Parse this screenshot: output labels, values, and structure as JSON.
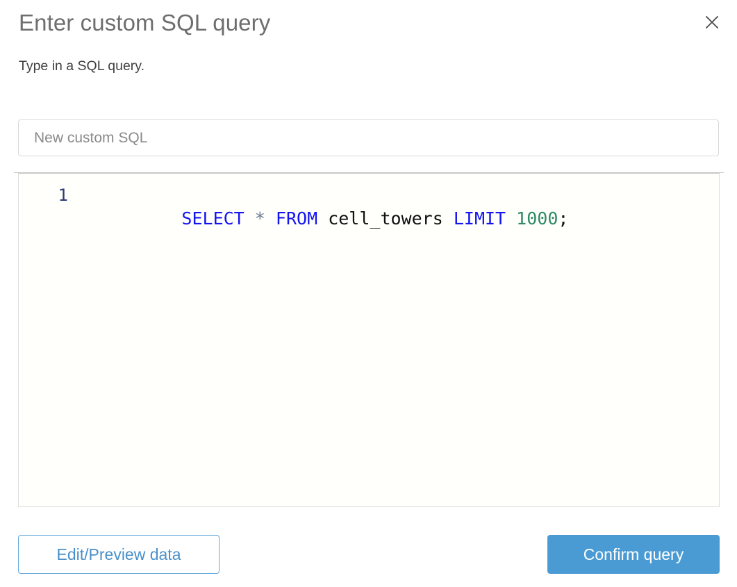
{
  "dialog": {
    "title": "Enter custom SQL query",
    "subtitle": "Type in a SQL query.",
    "close_icon": "close-icon"
  },
  "name_field": {
    "value": "",
    "placeholder": "New custom SQL"
  },
  "editor": {
    "line_number": "1",
    "query_text": "SELECT * FROM cell_towers LIMIT 1000;",
    "tokens": [
      {
        "text": "SELECT",
        "type": "keyword"
      },
      {
        "text": " ",
        "type": "plain"
      },
      {
        "text": "*",
        "type": "operator"
      },
      {
        "text": " ",
        "type": "plain"
      },
      {
        "text": "FROM",
        "type": "keyword"
      },
      {
        "text": " ",
        "type": "plain"
      },
      {
        "text": "cell_towers",
        "type": "identifier"
      },
      {
        "text": " ",
        "type": "plain"
      },
      {
        "text": "LIMIT",
        "type": "keyword"
      },
      {
        "text": " ",
        "type": "plain"
      },
      {
        "text": "1000",
        "type": "number"
      },
      {
        "text": ";",
        "type": "punct"
      }
    ],
    "syntax_colors": {
      "keyword": "#1414f0",
      "operator": "#6b7a93",
      "identifier": "#101010",
      "number": "#2f8a64",
      "line_number": "#2a3875"
    }
  },
  "footer": {
    "secondary_label": "Edit/Preview data",
    "primary_label": "Confirm query"
  },
  "colors": {
    "accent": "#4a9bd4",
    "accent_border": "#62a8dc",
    "title_text": "#6e6e6e",
    "subtitle_text": "#3f3f3f",
    "editor_background": "#fffffc",
    "field_border": "#d8d8d8"
  }
}
